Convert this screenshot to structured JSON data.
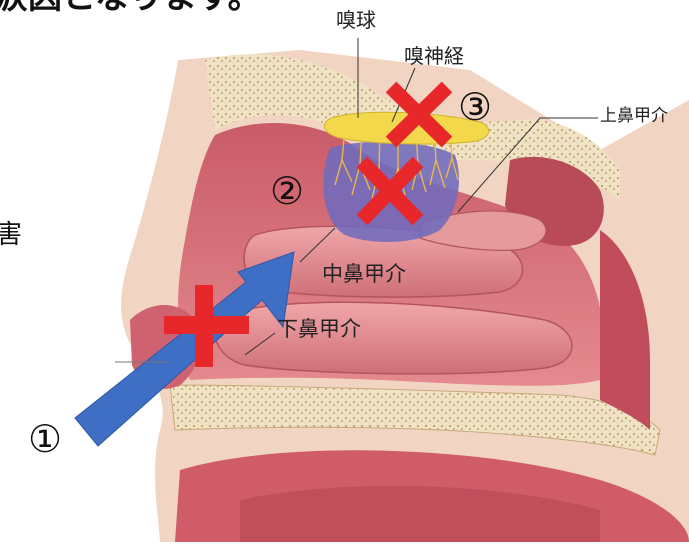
{
  "top_fragment": "涙因となります。",
  "left_fragment": "害",
  "labels": {
    "olfactory_bulb": "嗅球",
    "olfactory_nerve": "嗅神経",
    "superior_turbinate": "上鼻甲介",
    "middle_turbinate": "中鼻甲介",
    "inferior_turbinate": "下鼻甲介"
  },
  "markers": {
    "one": "①",
    "two": "②",
    "three": "③"
  },
  "colors": {
    "arrow": "#3f6fc4",
    "cross": "#e8272a",
    "olfactory_region": "#6f6bbd",
    "olfactory_bulb": "#f2d84a",
    "mucosa": "#d9707a"
  }
}
